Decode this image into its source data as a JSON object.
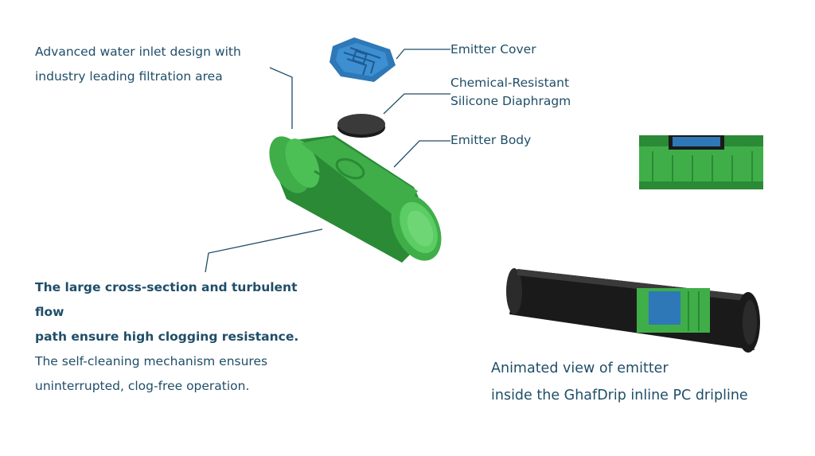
{
  "labels": {
    "inlet_line1": "Advanced water inlet design with",
    "inlet_line2": "industry leading filtration area",
    "emitter_cover": "Emitter Cover",
    "diaphragm_line1": "Chemical-Resistant",
    "diaphragm_line2": "Silicone Diaphragm",
    "emitter_body": "Emitter Body",
    "clog_line1": "The large cross-section and turbulent flow",
    "clog_line2": "path ensure high clogging resistance.",
    "self_clean_line1": "The self-cleaning mechanism ensures",
    "self_clean_line2": "uninterrupted, clog-free operation.",
    "animated_line1": "Animated view of emitter",
    "animated_line2": "inside the GhafDrip inline PC dripline"
  },
  "colors": {
    "text": "#1f4e68",
    "emitter_green": "#3fae49",
    "emitter_green_dark": "#2a8a35",
    "cover_blue": "#2e78b8",
    "diaphragm": "#2b2b2b",
    "pipe_black": "#1a1a1a"
  },
  "icons": {
    "emitter_cover": "emitter-cover-illustration",
    "diaphragm": "diaphragm-illustration",
    "emitter_body": "emitter-body-illustration",
    "cross_section": "cross-section-illustration",
    "dripline": "dripline-illustration"
  }
}
